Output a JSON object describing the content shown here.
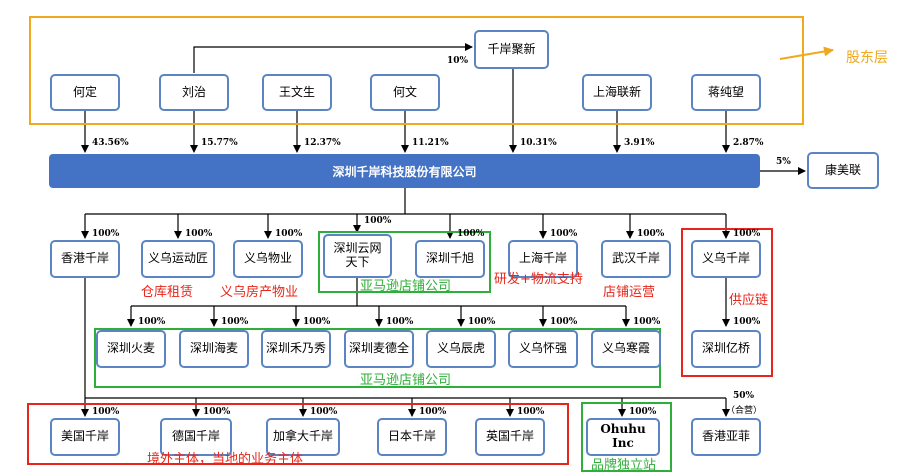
{
  "groups": {
    "shareholder_layer_label": "股东层",
    "amazon_stores_label_1": "亚马逊店铺公司",
    "amazon_stores_label_2": "亚马逊店铺公司",
    "supply_chain_label": "供应链",
    "overseas_label": "境外主体，当地的业务主体",
    "brand_site_label": "品牌独立站",
    "warehouse_label": "仓库租赁",
    "property_label": "义乌房产物业",
    "rnd_label": "研发+物流支持",
    "store_ops_label": "店铺运营"
  },
  "shareholders": {
    "heding": "何定",
    "liuzhi": "刘治",
    "wangwensheng": "王文生",
    "hewen": "何文",
    "qianan_juxin": "千岸聚新",
    "shanghai_lianxin": "上海联新",
    "jiang_chunwang": "蒋纯望"
  },
  "shareholding": {
    "heding": "43.56%",
    "liuzhi": "15.77%",
    "wangwensheng": "12.37%",
    "hewen": "11.21%",
    "qianan_juxin": "10.31%",
    "shanghai_lianxin": "3.91%",
    "jiang_chunwang": "2.87%",
    "liuzhi_to_juxin": "10%"
  },
  "company": {
    "name": "深圳千岸科技股份有限公司",
    "kangmeilian": "康美联",
    "kangmeilian_pct": "5%"
  },
  "subsidiaries": {
    "hk_qianan": "香港千岸",
    "yiwu_yundong": "义乌运动匠",
    "yiwu_wuye": "义乌物业",
    "shenzhen_yunwang": "深圳云网天下",
    "shenzhen_qianxu": "深圳千旭",
    "shanghai_qianan": "上海千岸",
    "wuhan_qianan": "武汉千岸",
    "yiwu_qianan": "义乌千岸",
    "shenzhen_yiqiao": "深圳亿桥",
    "shenzhen_huomai": "深圳火麦",
    "shenzhen_haimai": "深圳海麦",
    "shenzhen_henaixiu": "深圳禾乃秀",
    "shenzhen_maidequan": "深圳麦德全",
    "yiwu_chenhu": "义乌辰虎",
    "yiwu_huaiqiang": "义乌怀强",
    "yiwu_hanxia": "义乌寒霞",
    "us_qianan": "美国千岸",
    "de_qianan": "德国千岸",
    "ca_qianan": "加拿大千岸",
    "jp_qianan": "日本千岸",
    "uk_qianan": "英国千岸",
    "ohuhu": "Ohuhu Inc",
    "hk_yafei": "香港亚菲"
  },
  "percent_labels": {
    "full": "100%",
    "hk_yafei_pct": "50%",
    "hk_yafei_jv": "（合营）"
  },
  "colors": {
    "node_border": "#5b84c4",
    "company_fill": "#4472c4",
    "orange": "#f0a81c",
    "red": "#e8251a",
    "green": "#2faf3a"
  }
}
